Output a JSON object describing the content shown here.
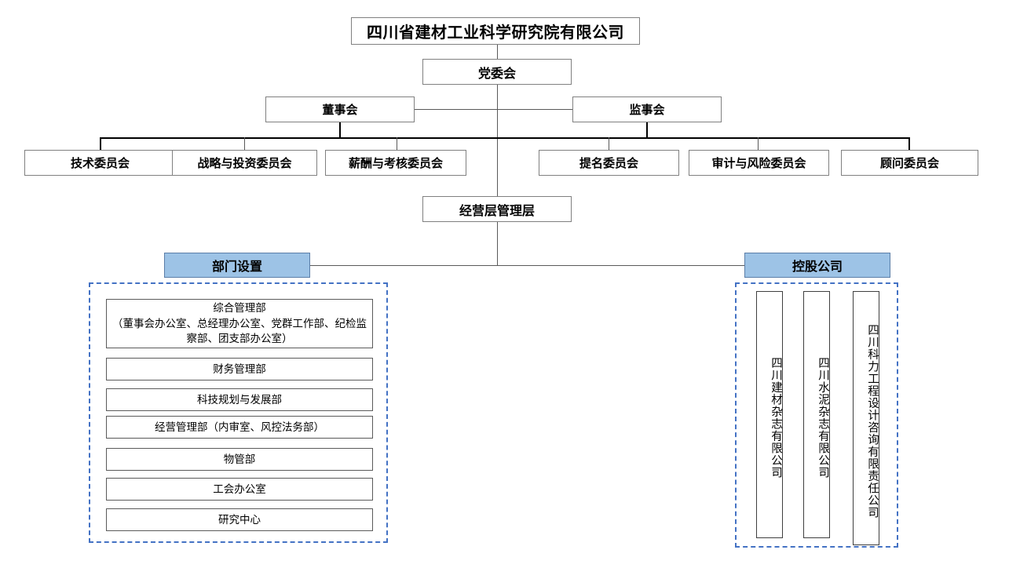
{
  "org_chart": {
    "root": {
      "label": "四川省建材工业科学研究院有限公司"
    },
    "party": {
      "label": "党委会"
    },
    "board": {
      "label": "董事会"
    },
    "supervisory": {
      "label": "监事会"
    },
    "board_committees": [
      {
        "label": "技术委员会"
      },
      {
        "label": "战略与投资委员会"
      },
      {
        "label": "薪酬与考核委员会"
      }
    ],
    "supervisory_committees": [
      {
        "label": "提名委员会"
      },
      {
        "label": "审计与风险委员会"
      },
      {
        "label": "顾问委员会"
      }
    ],
    "management": {
      "label": "经营层管理层"
    },
    "departments_header": {
      "label": "部门设置"
    },
    "holdings_header": {
      "label": "控股公司"
    },
    "departments": [
      {
        "label": "综合管理部\n（董事会办公室、总经理办公室、党群工作部、纪检监察部、团支部办公室）"
      },
      {
        "label": "财务管理部"
      },
      {
        "label": "科技规划与发展部"
      },
      {
        "label": "经营管理部（内审室、风控法务部）"
      },
      {
        "label": "物管部"
      },
      {
        "label": "工会办公室"
      },
      {
        "label": "研究中心"
      }
    ],
    "subsidiaries": [
      {
        "label": "四川建材杂志有限公司"
      },
      {
        "label": "四川水泥杂志有限公司"
      },
      {
        "label": "四川科力工程设计咨询有限责任公司"
      }
    ],
    "colors": {
      "header_fill": "#9DC3E6",
      "group_border": "#4472C4",
      "node_border": "#808080",
      "line": "#595959",
      "text": "#000000"
    }
  }
}
